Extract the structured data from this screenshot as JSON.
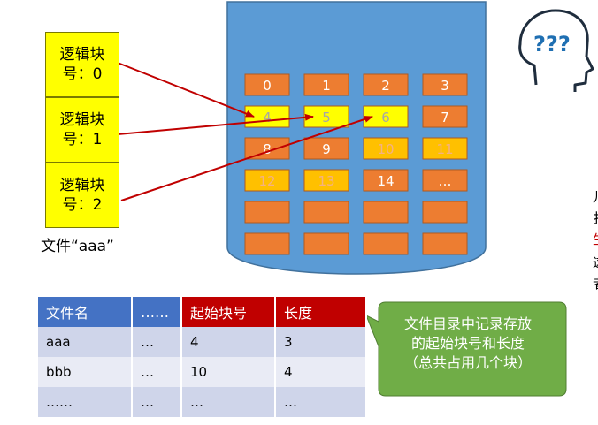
{
  "blocks": [
    {
      "label": "0",
      "color": "#ed7d31",
      "text_color": "#ffffff"
    },
    {
      "label": "1",
      "color": "#ed7d31",
      "text_color": "#ffffff"
    },
    {
      "label": "2",
      "color": "#ed7d31",
      "text_color": "#ffffff"
    },
    {
      "label": "3",
      "color": "#ed7d31",
      "text_color": "#ffffff"
    },
    {
      "label": "4",
      "color": "#ffff00",
      "text_color": "#a6a6a6"
    },
    {
      "label": "5",
      "color": "#ffff00",
      "text_color": "#a6a6a6"
    },
    {
      "label": "6",
      "color": "#ffff00",
      "text_color": "#a6a6a6"
    },
    {
      "label": "7",
      "color": "#ed7d31",
      "text_color": "#ffffff"
    },
    {
      "label": "8",
      "color": "#ed7d31",
      "text_color": "#ffffff"
    },
    {
      "label": "9",
      "color": "#ed7d31",
      "text_color": "#ffffff"
    },
    {
      "label": "10",
      "color": "#ffc000",
      "text_color": "#f4b183"
    },
    {
      "label": "11",
      "color": "#ffc000",
      "text_color": "#f4b183"
    },
    {
      "label": "12",
      "color": "#ffc000",
      "text_color": "#f4b183"
    },
    {
      "label": "13",
      "color": "#ffc000",
      "text_color": "#f4b183"
    },
    {
      "label": "14",
      "color": "#ed7d31",
      "text_color": "#ffffff"
    },
    {
      "label": "…",
      "color": "#ed7d31",
      "text_color": "#ffffff"
    },
    {
      "label": "",
      "color": "#ed7d31",
      "text_color": "#ffffff"
    },
    {
      "label": "",
      "color": "#ed7d31",
      "text_color": "#ffffff"
    },
    {
      "label": "",
      "color": "#ed7d31",
      "text_color": "#ffffff"
    },
    {
      "label": "",
      "color": "#ed7d31",
      "text_color": "#ffffff"
    },
    {
      "label": "",
      "color": "#ed7d31",
      "text_color": "#ffffff"
    },
    {
      "label": "",
      "color": "#ed7d31",
      "text_color": "#ffffff"
    },
    {
      "label": "",
      "color": "#ed7d31",
      "text_color": "#ffffff"
    },
    {
      "label": "",
      "color": "#ed7d31",
      "text_color": "#ffffff"
    }
  ],
  "logical_blocks": [
    {
      "line1": "逻辑块",
      "line2": "号：0",
      "maps_to": "4"
    },
    {
      "line1": "逻辑块",
      "line2": "号：1",
      "maps_to": "5"
    },
    {
      "line1": "逻辑块",
      "line2": "号：2",
      "maps_to": "6"
    }
  ],
  "file_caption": "文件“aaa”",
  "table": {
    "headers": [
      "文件名",
      "……",
      "起始块号",
      "长度"
    ],
    "rows": [
      [
        "aaa",
        "…",
        "4",
        "3"
      ],
      [
        "bbb",
        "…",
        "10",
        "4"
      ],
      [
        "……",
        "…",
        "…",
        "…"
      ]
    ]
  },
  "callout": {
    "line1": "文件目录中记录存放",
    "line2": "的起始块号和长度",
    "line3": "（总共占用几个块）"
  },
  "colors": {
    "disk": "#5b9bd5",
    "disk_outline": "#41719c",
    "block": "#ed7d31",
    "logical_block": "#ffff00",
    "arrow": "#c00000",
    "table_header": "#4472c4",
    "table_header_highlight": "#c00000",
    "callout": "#70ad47"
  },
  "icons": [
    "thinking-head-icon"
  ],
  "edge_text": [
    "儿",
    "扌",
    "生",
    "这",
    "者"
  ]
}
